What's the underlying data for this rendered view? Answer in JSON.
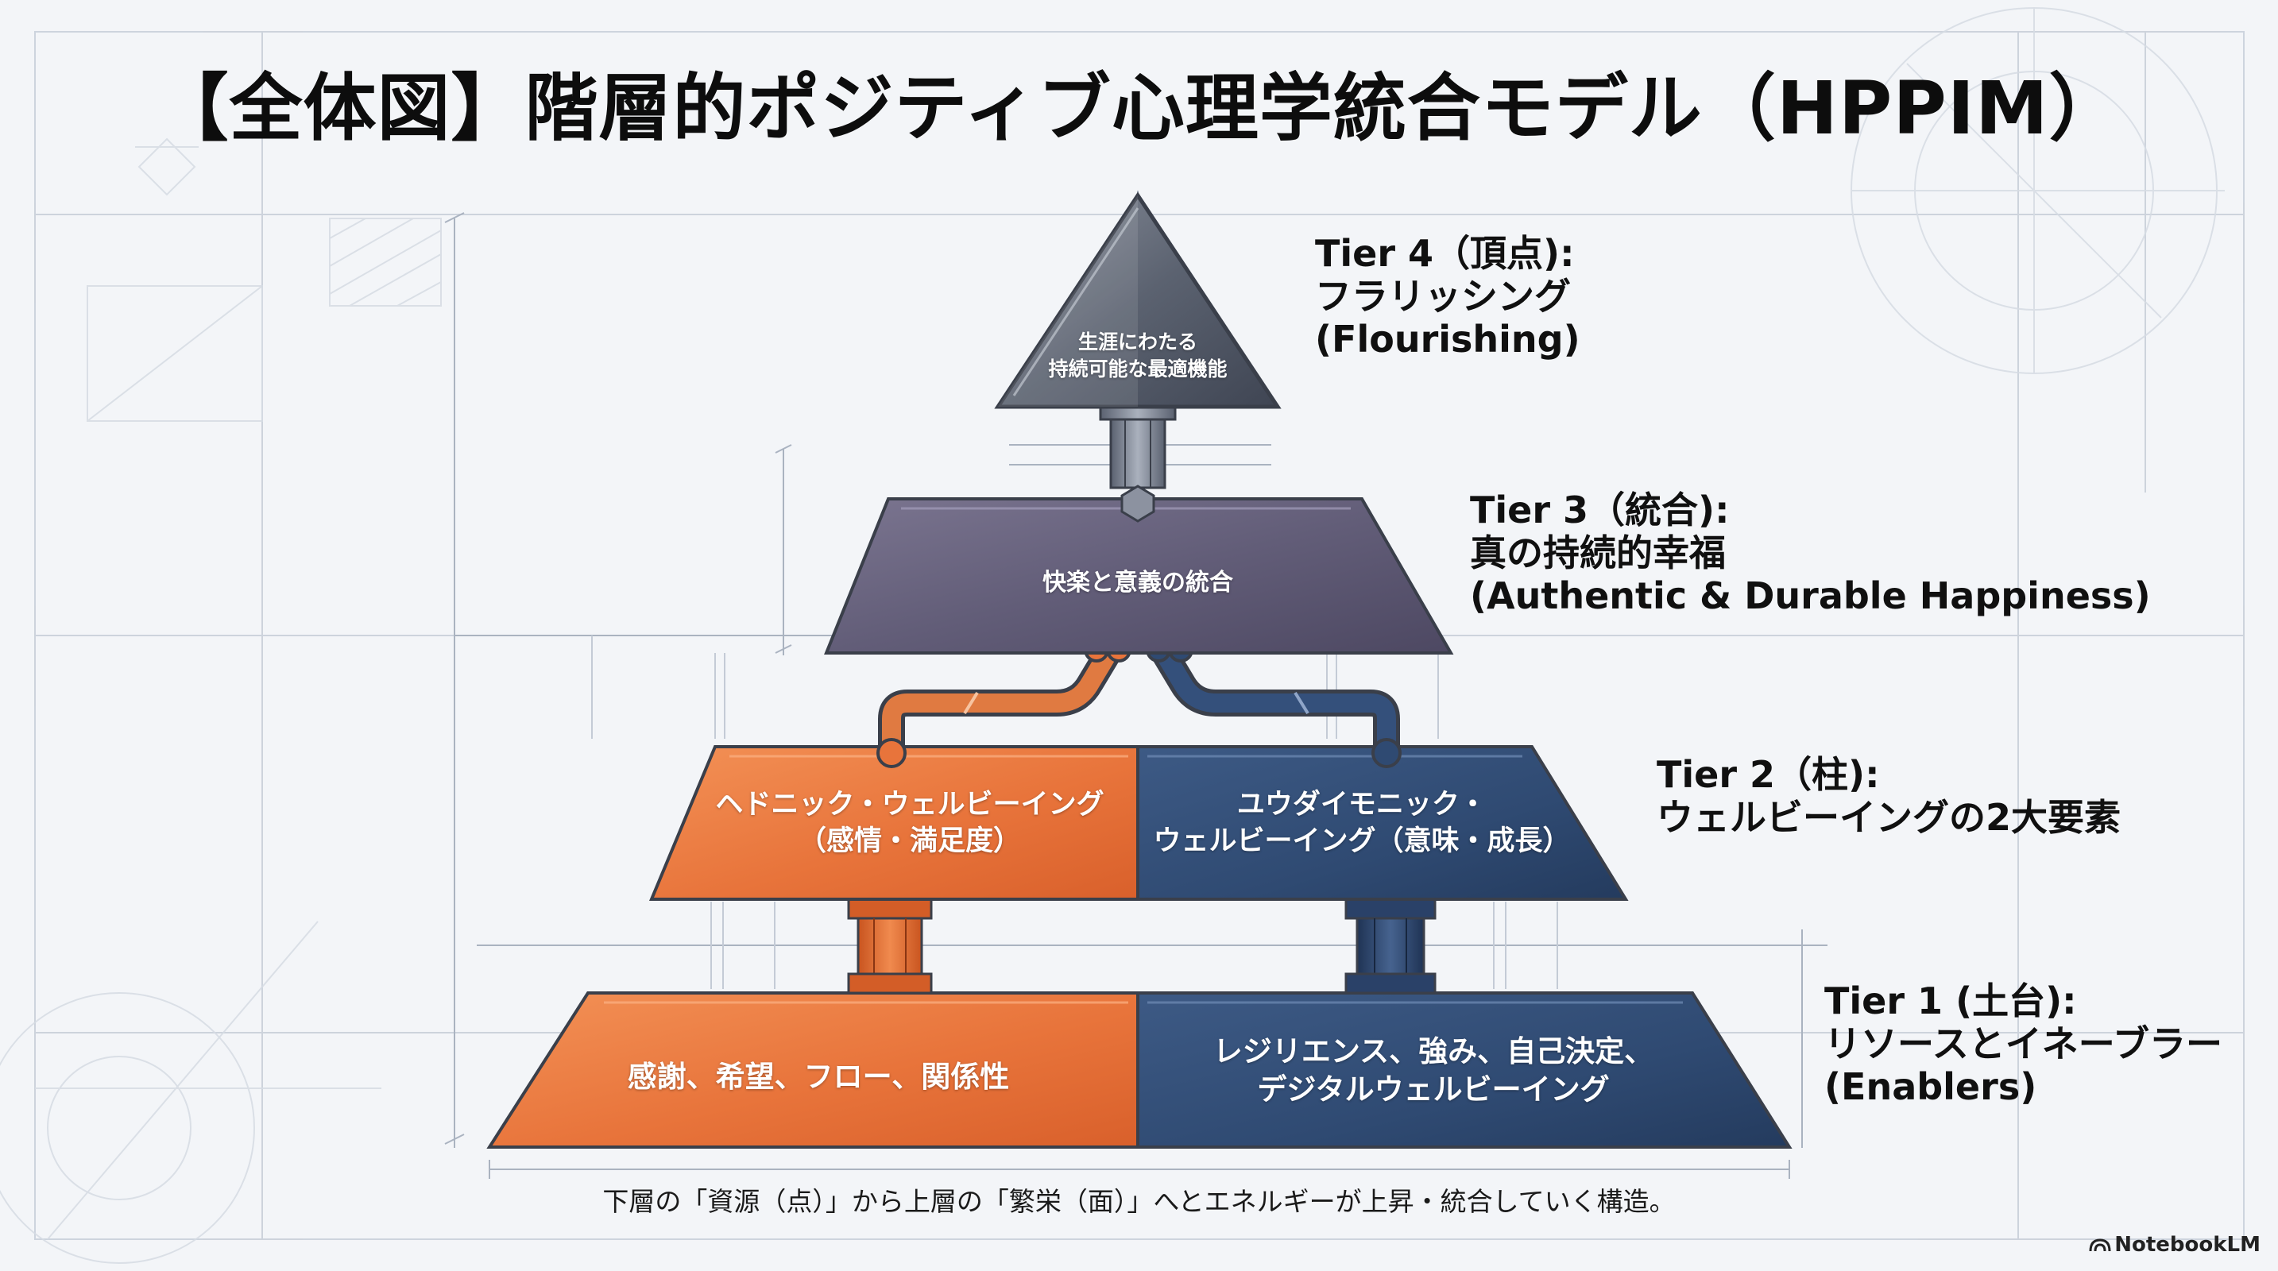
{
  "title": "【全体図】階層的ポジティブ心理学統合モデル（HPPIM）",
  "tiers": {
    "tier4": {
      "label_line1": "Tier 4（頂点):",
      "label_line2": "フラリッシング",
      "label_line3": "(Flourishing)",
      "content_line1": "生涯にわたる",
      "content_line2": "持続可能な最適機能"
    },
    "tier3": {
      "label_line1": "Tier 3（統合):",
      "label_line2": "真の持続的幸福",
      "label_line3": "(Authentic & Durable Happiness)",
      "content": "快楽と意義の統合"
    },
    "tier2": {
      "label_line1": "Tier 2（柱):",
      "label_line2": "ウェルビーイングの2大要素",
      "left_line1": "ヘドニック・ウェルビーイング",
      "left_line2": "（感情・満足度）",
      "right_line1": "ユウダイモニック・",
      "right_line2": "ウェルビーイング（意味・成長）"
    },
    "tier1": {
      "label_line1": "Tier 1 (土台):",
      "label_line2": "リソースとイネーブラー",
      "label_line3": "(Enablers)",
      "left": "感謝、希望、フロー、関係性",
      "right_line1": "レジリエンス、強み、自己決定、",
      "right_line2": "デジタルウェルビーイング"
    }
  },
  "caption": "下層の「資源（点）」から上層の「繁栄（面）」へとエネルギーが上昇・統合していく構造。",
  "brand": "NotebookLM",
  "icons": {
    "brand": "notebooklm-logo-icon"
  },
  "colors": {
    "hedonic_orange": "#e8743b",
    "eudaimonic_navy": "#2f4a72",
    "integration_purple": "#5d5870",
    "apex_gray": "#4b5260"
  }
}
